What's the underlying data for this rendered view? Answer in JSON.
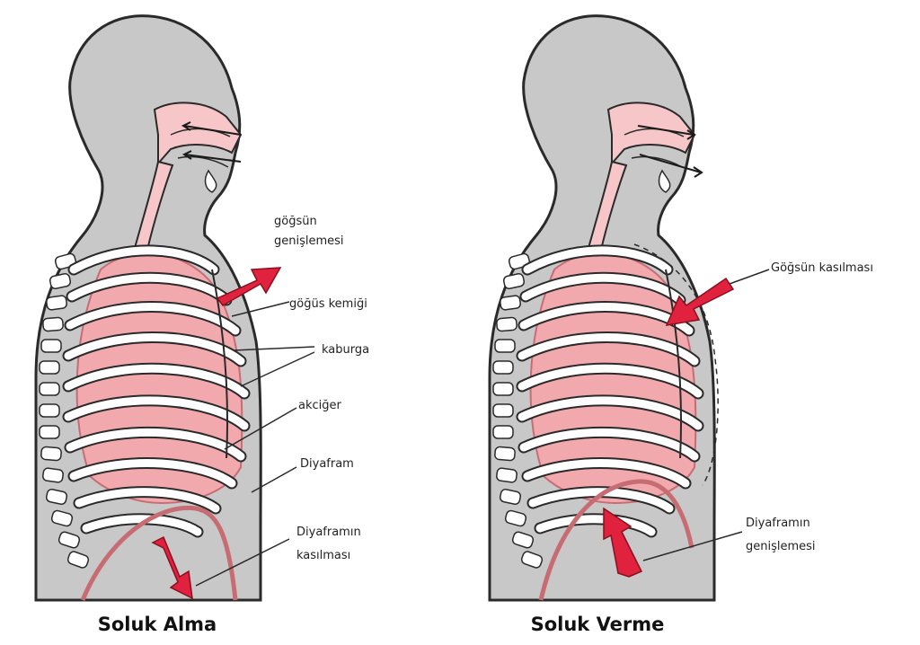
{
  "colors": {
    "body_fill": "#c8c8c8",
    "outline": "#2a2a2a",
    "lung_fill": "#f2a9ad",
    "lung_line": "#c76c73",
    "rib_fill": "#ffffff",
    "arrow_red": "#e0223e",
    "airway_fill": "#f6c6c8"
  },
  "panels": [
    {
      "caption": "Soluk Alma",
      "labels": {
        "chest_expansion": [
          "göğsün",
          "genişlemesi"
        ],
        "sternum": "göğüs kemiği",
        "rib": "kaburga",
        "lung": "akciğer",
        "diaphragm": "Diyafram",
        "diaphragm_contraction": [
          "Diyaframın",
          "kasılması"
        ]
      }
    },
    {
      "caption": "Soluk Verme",
      "labels": {
        "chest_contraction": "Göğsün kasılması",
        "diaphragm_expansion": [
          "Diyaframın",
          "genişlemesi"
        ]
      }
    }
  ],
  "icons": {
    "chest_arrow_left": "arrow-out-icon",
    "diaphragm_arrow_left": "arrow-down-icon",
    "chest_arrow_right": "arrow-in-icon",
    "diaphragm_arrow_right": "arrow-up-icon"
  }
}
